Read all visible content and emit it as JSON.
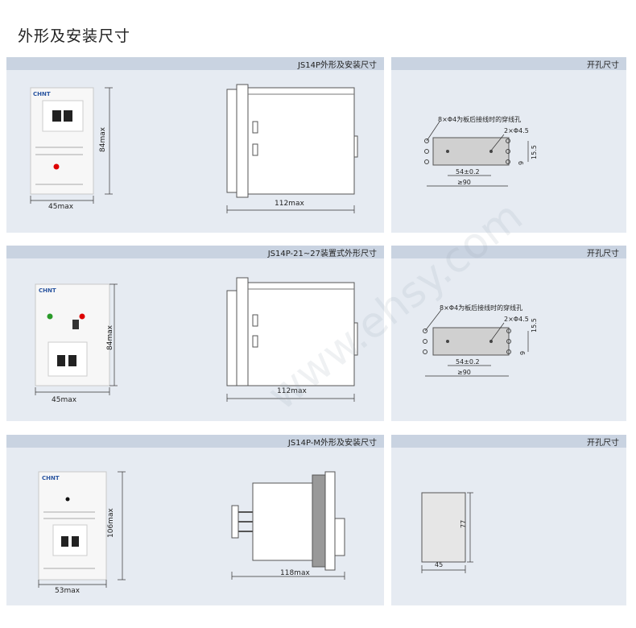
{
  "page_title": "外形及安装尺寸",
  "sections": [
    {
      "outline_title": "JS14P外形及安装尺寸",
      "cutout_title": "开孔尺寸",
      "front": {
        "brand": "CHNT",
        "width": "45max",
        "height": "84max"
      },
      "side": {
        "length": "112max"
      },
      "cutout": {
        "hole_note": "8×Φ4为板后接线时的穿线孔",
        "mount_holes": "2×Φ4.5",
        "spacing": "54±0.2",
        "total": "≥90",
        "v1": "15.5",
        "v2": "9"
      }
    },
    {
      "outline_title": "JS14P-21~27装置式外形尺寸",
      "cutout_title": "开孔尺寸",
      "front": {
        "brand": "CHNT",
        "width": "45max",
        "height": "84max"
      },
      "side": {
        "length": "112max"
      },
      "cutout": {
        "hole_note": "8×Φ4为板后接线时的穿线孔",
        "mount_holes": "2×Φ4.5",
        "spacing": "54±0.2",
        "total": "≥90",
        "v1": "15.5",
        "v2": "9"
      }
    },
    {
      "outline_title": "JS14P-M外形及安装尺寸",
      "cutout_title": "开孔尺寸",
      "front": {
        "brand": "CHNT",
        "width": "53max",
        "height": "106max"
      },
      "side": {
        "length": "118max"
      },
      "cutout": {
        "width": "45",
        "height": "77"
      }
    }
  ],
  "watermark": "www.ehsy.com"
}
